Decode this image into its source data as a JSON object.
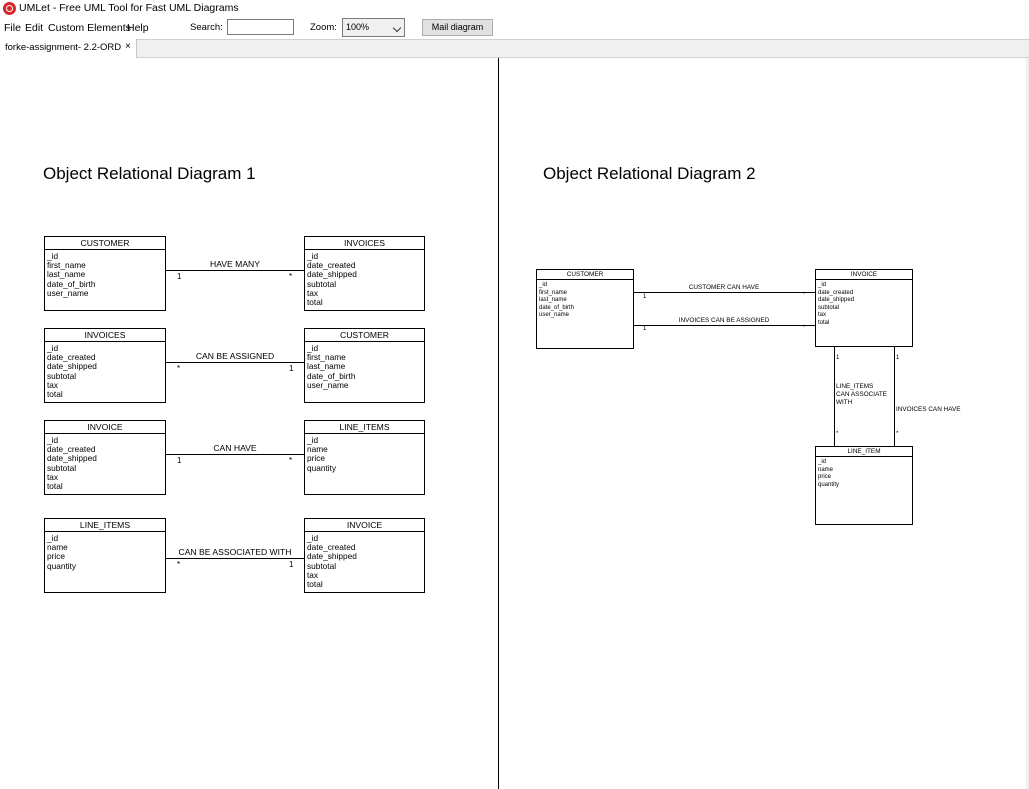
{
  "window": {
    "title": "UMLet - Free UML Tool for Fast UML Diagrams",
    "app_color": "#d9262b"
  },
  "menu": {
    "file": "File",
    "edit": "Edit",
    "custom_elements": "Custom Elements",
    "help": "Help"
  },
  "toolbar": {
    "search_label": "Search:",
    "search_value": "",
    "zoom_label": "Zoom:",
    "zoom_value": "100%",
    "mail_button": "Mail diagram"
  },
  "tab": {
    "label": "forke-assignment- 2.2-ORD",
    "close": "×"
  },
  "diagram1": {
    "title": "Object Relational Diagram 1",
    "pairs": [
      {
        "left": {
          "name": "CUSTOMER",
          "attrs": [
            "_id",
            "first_name",
            "last_name",
            "date_of_birth",
            "user_name"
          ]
        },
        "right": {
          "name": "INVOICES",
          "attrs": [
            "_id",
            "date_created",
            "date_shipped",
            "subtotal",
            "tax",
            "total"
          ]
        },
        "relation": "HAVE MANY",
        "left_mult": "1",
        "right_mult": "*"
      },
      {
        "left": {
          "name": "INVOICES",
          "attrs": [
            "_id",
            "date_created",
            "date_shipped",
            "subtotal",
            "tax",
            "total"
          ]
        },
        "right": {
          "name": "CUSTOMER",
          "attrs": [
            "_id",
            "first_name",
            "last_name",
            "date_of_birth",
            "user_name"
          ]
        },
        "relation": "CAN BE ASSIGNED",
        "left_mult": "*",
        "right_mult": "1"
      },
      {
        "left": {
          "name": "INVOICE",
          "attrs": [
            "_id",
            "date_created",
            "date_shipped",
            "subtotal",
            "tax",
            "total"
          ]
        },
        "right": {
          "name": "LINE_ITEMS",
          "attrs": [
            "_id",
            "name",
            "price",
            "quantity"
          ]
        },
        "relation": "CAN HAVE",
        "left_mult": "1",
        "right_mult": "*"
      },
      {
        "left": {
          "name": "LINE_ITEMS",
          "attrs": [
            "_id",
            "name",
            "price",
            "quantity"
          ]
        },
        "right": {
          "name": "INVOICE",
          "attrs": [
            "_id",
            "date_created",
            "date_shipped",
            "subtotal",
            "tax",
            "total"
          ]
        },
        "relation": "CAN BE ASSOCIATED WITH",
        "left_mult": "*",
        "right_mult": "1"
      }
    ]
  },
  "diagram2": {
    "title": "Object Relational Diagram 2",
    "customer": {
      "name": "CUSTOMER",
      "attrs": [
        "_id",
        "first_name",
        "last_name",
        "date_of_birth",
        "user_name"
      ]
    },
    "invoice": {
      "name": "INVOICE",
      "attrs": [
        "_id",
        "date_created",
        "date_shipped",
        "subtotal",
        "tax",
        "total"
      ]
    },
    "line_item": {
      "name": "LINE_ITEM",
      "attrs": [
        "_id",
        "name",
        "price",
        "quantity"
      ]
    },
    "rel_customer_can_have": {
      "label": "CUSTOMER CAN HAVE",
      "left_mult": "1",
      "right_mult": "*"
    },
    "rel_invoices_can_be_assigned": {
      "label": "INVOICES CAN BE ASSIGNED",
      "left_mult": "1",
      "right_mult": "*"
    },
    "rel_line_items": {
      "label_lines": [
        "LINE_ITEMS",
        "CAN ASSOCIATE",
        "WITH"
      ],
      "top_mult": "1",
      "bottom_mult": "*"
    },
    "rel_invoices_can_have": {
      "label": "INVOICES CAN HAVE",
      "top_mult": "1",
      "bottom_mult": "*"
    }
  }
}
